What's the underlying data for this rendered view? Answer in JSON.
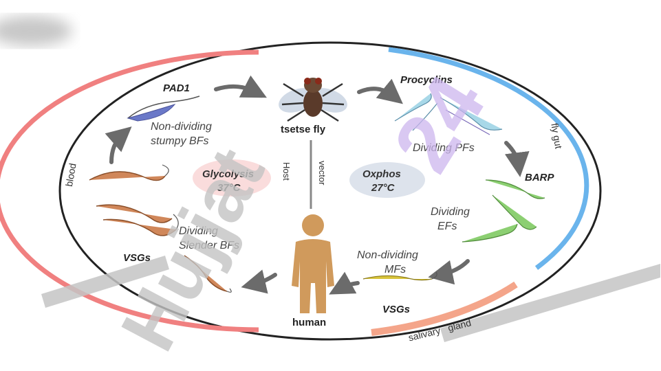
{
  "cycle": {
    "hosts": {
      "vector": "tsetse fly",
      "mammal": "human"
    },
    "center": {
      "divider_left": "Host",
      "divider_right": "vector",
      "host_metabolism": "Glycolysis",
      "host_temperature": "37°C",
      "vector_metabolism": "Oxphos",
      "vector_temperature": "27°C"
    },
    "arcs": {
      "blood": "blood",
      "fly_gut": "fly gut",
      "salivary_gland": "salivary   gland"
    },
    "markers": {
      "pad1": "PAD1",
      "procyclins": "Procyclins",
      "barp": "BARP",
      "vsgs_left": "VSGs",
      "vsgs_right": "VSGs"
    },
    "stages": {
      "stumpy": [
        "Non-dividing",
        "stumpy BFs"
      ],
      "slender": [
        "Dividing",
        "Slender BFs"
      ],
      "procyclic": "Dividing PFs",
      "epimastigote": [
        "Dividing",
        "EFs"
      ],
      "metacyclic": [
        "Non-dividing",
        "MFs"
      ]
    }
  },
  "watermark": {
    "text_main": "Hujjat",
    "text_num": "24"
  },
  "colors": {
    "blood_arc": "#f08080",
    "gut_arc": "#6ab4ec",
    "gland_arc": "#f4a58a",
    "bloodstream_cells": "#d0875a",
    "stumpy_cell": "#6a78c8",
    "procyclic_cells": "#a8d8e8",
    "epimastigote_cells": "#8ccf72",
    "metacyclic_cell": "#d8c43c",
    "human": "#d09a5c",
    "arrows": "#6b6b6b",
    "glycolysis_bubble": "#fadcdc",
    "oxphos_bubble": "#dde3ec",
    "watermark_gray": "#c4c4c4",
    "watermark_purple": "#cdb6ee"
  },
  "icons": {
    "vector": "tsetse-fly-icon",
    "mammal": "human-silhouette-icon"
  }
}
